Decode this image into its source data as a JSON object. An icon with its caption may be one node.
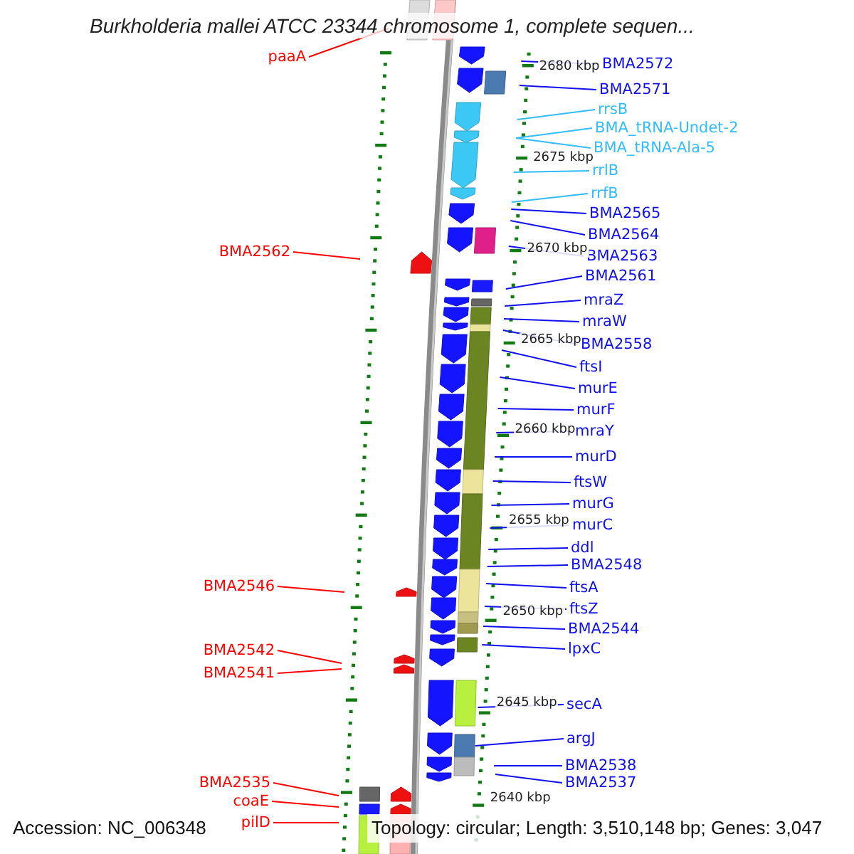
{
  "diagram": {
    "title": "Burkholderia mallei ATCC 23344 chromosome 1, complete sequen...",
    "nodes": [
      {
        "text": [
          "paaA"
        ]
      },
      {
        "text": [
          "BMA2572"
        ]
      },
      {
        "text": [
          "BMA2571"
        ]
      },
      {
        "text": [
          "rrsB"
        ]
      },
      {
        "text": [
          "BMA_tRNA-Undet-2"
        ]
      },
      {
        "text": [
          "BMA_tRNA-Ala-5"
        ]
      },
      {
        "text": [
          "rrlB"
        ]
      },
      {
        "text": [
          "rrfB"
        ]
      },
      {
        "text": [
          "BMA2565"
        ]
      },
      {
        "text": [
          "BMA2564"
        ]
      },
      {
        "text": [
          "BMA2562"
        ]
      },
      {
        "text": [
          "BMA2563"
        ]
      },
      {
        "text": [
          "BMA2561"
        ]
      },
      {
        "text": [
          "mraZ"
        ]
      },
      {
        "text": [
          "mraW"
        ]
      },
      {
        "text": [
          "BMA2558"
        ]
      },
      {
        "text": [
          "ftsI"
        ]
      },
      {
        "text": [
          "murE"
        ]
      },
      {
        "text": [
          "murF"
        ]
      },
      {
        "text": [
          "mraY"
        ]
      },
      {
        "text": [
          "murD"
        ]
      },
      {
        "text": [
          "ftsW"
        ]
      },
      {
        "text": [
          "murG"
        ]
      },
      {
        "text": [
          "murC"
        ]
      },
      {
        "text": [
          "ddl"
        ]
      },
      {
        "text": [
          "BMA2548"
        ]
      },
      {
        "text": [
          "BMA2546"
        ]
      },
      {
        "text": [
          "ftsA"
        ]
      },
      {
        "text": [
          "ftsZ"
        ]
      },
      {
        "text": [
          "BMA2544"
        ]
      },
      {
        "text": [
          "lpxC"
        ]
      },
      {
        "text": [
          "BMA2542"
        ]
      },
      {
        "text": [
          "BMA2541"
        ]
      },
      {
        "text": [
          "secA"
        ]
      },
      {
        "text": [
          "argJ"
        ]
      },
      {
        "text": [
          "BMA2538"
        ]
      },
      {
        "text": [
          "BMA2537"
        ]
      },
      {
        "text": [
          "BMA2535"
        ]
      },
      {
        "text": [
          "coaE"
        ]
      },
      {
        "text": [
          "pilD"
        ]
      }
    ],
    "edges": [
      {
        "from": 0,
        "to": null,
        "arrow": "none",
        "color": "#ff0000"
      },
      {
        "from": 1,
        "to": null,
        "arrow": "none"
      },
      {
        "from": 2,
        "to": null,
        "arrow": "none"
      },
      {
        "from": 3,
        "to": null,
        "arrow": "none",
        "color": "#33bbff"
      },
      {
        "from": 4,
        "to": null,
        "arrow": "none",
        "color": "#33bbff"
      },
      {
        "from": 5,
        "to": null,
        "arrow": "none",
        "color": "#33bbff"
      },
      {
        "from": 6,
        "to": null,
        "arrow": "none",
        "color": "#33bbff"
      },
      {
        "from": 7,
        "to": null,
        "arrow": "none",
        "color": "#33bbff"
      },
      {
        "from": 8,
        "to": null,
        "arrow": "none"
      },
      {
        "from": 9,
        "to": null,
        "arrow": "none"
      },
      {
        "from": 10,
        "to": null,
        "arrow": "none",
        "color": "#ff0000"
      },
      {
        "from": 11,
        "to": null,
        "arrow": "none"
      },
      {
        "from": 12,
        "to": null,
        "arrow": "none"
      },
      {
        "from": 13,
        "to": null,
        "arrow": "none"
      },
      {
        "from": 14,
        "to": null,
        "arrow": "none"
      },
      {
        "from": 15,
        "to": null,
        "arrow": "none"
      },
      {
        "from": 16,
        "to": null,
        "arrow": "none"
      },
      {
        "from": 17,
        "to": null,
        "arrow": "none"
      },
      {
        "from": 18,
        "to": null,
        "arrow": "none"
      },
      {
        "from": 19,
        "to": null,
        "arrow": "none"
      },
      {
        "from": 20,
        "to": null,
        "arrow": "none"
      },
      {
        "from": 21,
        "to": null,
        "arrow": "none"
      },
      {
        "from": 22,
        "to": null,
        "arrow": "none"
      },
      {
        "from": 23,
        "to": null,
        "arrow": "none"
      },
      {
        "from": 24,
        "to": null,
        "arrow": "none"
      },
      {
        "from": 25,
        "to": null,
        "arrow": "none"
      },
      {
        "from": 26,
        "to": null,
        "arrow": "none",
        "color": "#ff0000"
      },
      {
        "from": 27,
        "to": null,
        "arrow": "none"
      },
      {
        "from": 28,
        "to": null,
        "arrow": "none"
      },
      {
        "from": 29,
        "to": null,
        "arrow": "none"
      },
      {
        "from": 30,
        "to": null,
        "arrow": "none"
      },
      {
        "from": 31,
        "to": null,
        "arrow": "none",
        "color": "#ff0000"
      },
      {
        "from": 32,
        "to": null,
        "arrow": "none",
        "color": "#ff0000"
      },
      {
        "from": 33,
        "to": null,
        "arrow": "none"
      },
      {
        "from": 34,
        "to": null,
        "arrow": "none"
      },
      {
        "from": 35,
        "to": null,
        "arrow": "none"
      },
      {
        "from": 36,
        "to": null,
        "arrow": "none"
      },
      {
        "from": 37,
        "to": null,
        "arrow": "none",
        "color": "#ff0000"
      },
      {
        "from": 38,
        "to": null,
        "arrow": "none",
        "color": "#ff0000"
      },
      {
        "from": 39,
        "to": null,
        "arrow": "none",
        "color": "#ff0000"
      }
    ],
    "labels": [
      "2680 kbp",
      "2675 kbp",
      "2670 kbp",
      "2665 kbp",
      "2660 kbp",
      "2655 kbp",
      "2650 kbp",
      "2645 kbp",
      "2640 kbp",
      "Accession: NC_006348",
      "Topology: circular; Length: 3,510,148 bp; Genes: 3,047"
    ]
  }
}
